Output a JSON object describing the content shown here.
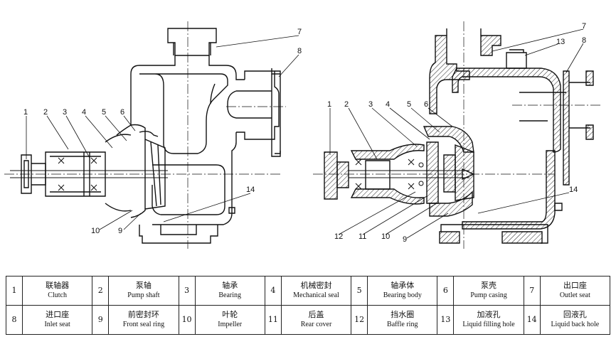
{
  "callouts": {
    "left": [
      "1",
      "2",
      "3",
      "4",
      "5",
      "6",
      "7",
      "8",
      "10",
      "9",
      "14"
    ],
    "right": [
      "1",
      "2",
      "3",
      "4",
      "5",
      "6",
      "7",
      "13",
      "8",
      "14",
      "12",
      "11",
      "10",
      "9"
    ]
  },
  "parts": [
    {
      "no": "1",
      "zh": "联轴器",
      "en": "Clutch"
    },
    {
      "no": "2",
      "zh": "泵轴",
      "en": "Pump shaft"
    },
    {
      "no": "3",
      "zh": "轴承",
      "en": "Bearing"
    },
    {
      "no": "4",
      "zh": "机械密封",
      "en": "Mechanical seal"
    },
    {
      "no": "5",
      "zh": "轴承体",
      "en": "Bearing body"
    },
    {
      "no": "6",
      "zh": "泵壳",
      "en": "Pump casing"
    },
    {
      "no": "7",
      "zh": "出口座",
      "en": "Outlet seat"
    },
    {
      "no": "8",
      "zh": "进口座",
      "en": "Inlet seat"
    },
    {
      "no": "9",
      "zh": "前密封环",
      "en": "Front seal ring"
    },
    {
      "no": "10",
      "zh": "叶轮",
      "en": "Impeller"
    },
    {
      "no": "11",
      "zh": "后盖",
      "en": "Rear cover"
    },
    {
      "no": "12",
      "zh": "挡水圈",
      "en": "Baffle ring"
    },
    {
      "no": "13",
      "zh": "加液孔",
      "en": "Liquid filling hole"
    },
    {
      "no": "14",
      "zh": "回液孔",
      "en": "Liquid back hole"
    }
  ]
}
